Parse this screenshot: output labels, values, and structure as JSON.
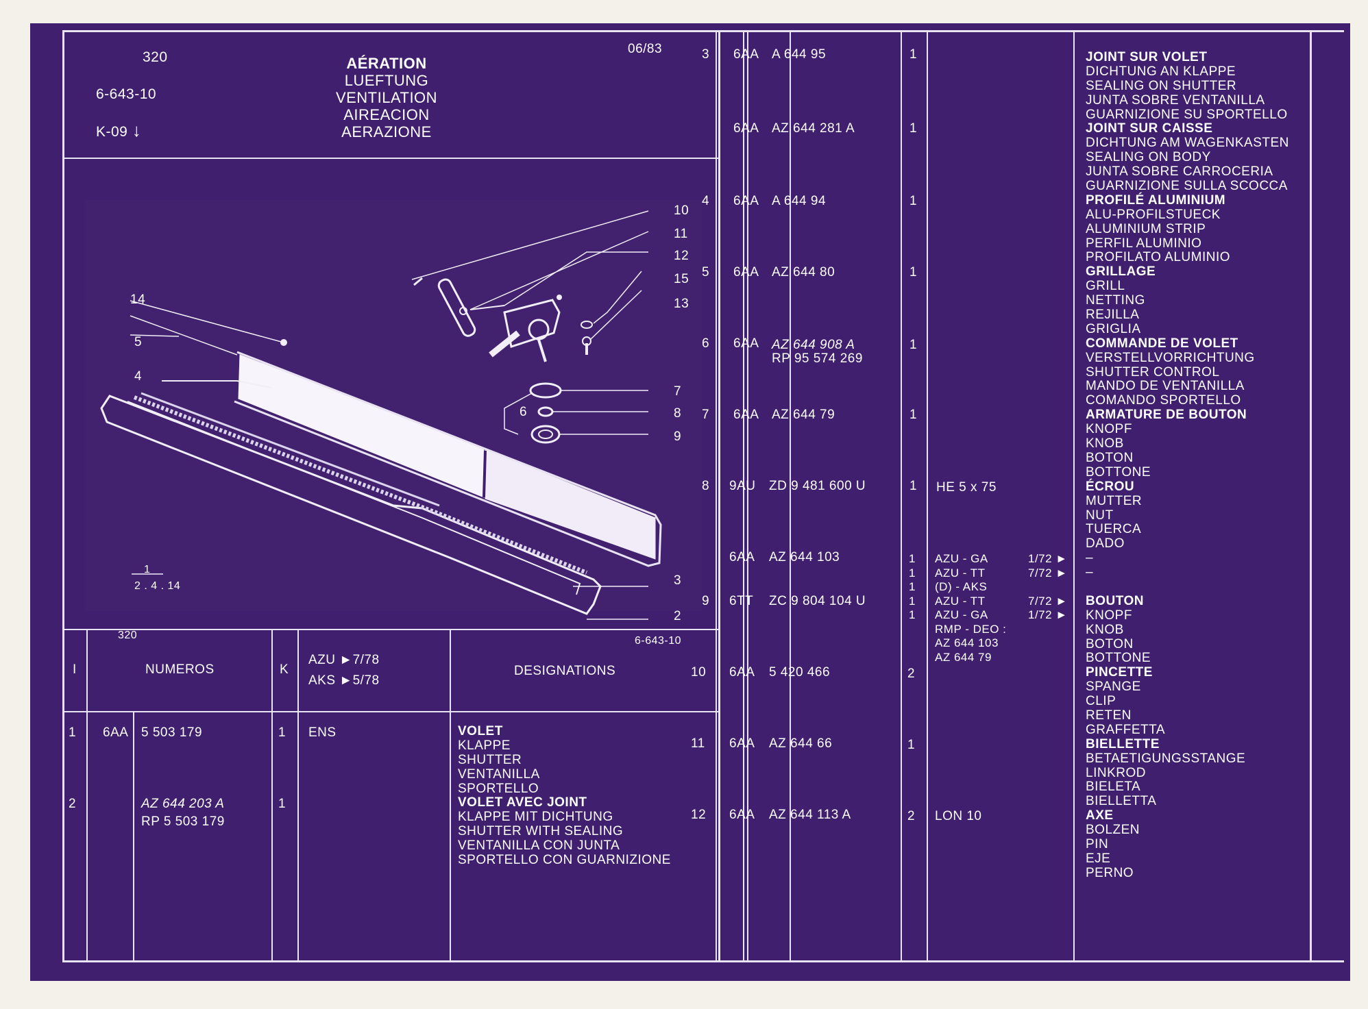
{
  "header": {
    "model": "320",
    "plate_ref": "6-643-10",
    "k_code": "K-09",
    "k_arrow": "↓",
    "date": "06/83",
    "titles": [
      "AÉRATION",
      "LUEFTUNG",
      "VENTILATION",
      "AIREACION",
      "AERAZIONE"
    ]
  },
  "diagram": {
    "callouts": [
      "1",
      "2",
      "3",
      "4",
      "5",
      "6",
      "7",
      "8",
      "9",
      "10",
      "11",
      "12",
      "13",
      "14",
      "15"
    ],
    "fraction_num": "1",
    "fraction_den": "2 . 4 . 14",
    "corner_left": "320",
    "corner_right": "6-643-10"
  },
  "columns": {
    "item": "I",
    "numeros": "NUMEROS",
    "k": "K",
    "applic_1": "AZU ►7/78",
    "applic_2": "AKS ►5/78",
    "designations": "DESIGNATIONS"
  },
  "left_rows": [
    {
      "item": "1",
      "code": "6AA",
      "ref": "5  503  179",
      "ref2": "",
      "qty": "1",
      "note": "ENS",
      "desc": [
        "VOLET",
        "KLAPPE",
        "SHUTTER",
        "VENTANILLA",
        "SPORTELLO"
      ]
    },
    {
      "item": "2",
      "code": "",
      "ref": "AZ  644  203  A",
      "ref2": "RP  5  503  179",
      "qty": "1",
      "note": "",
      "desc": [
        "VOLET AVEC JOINT",
        "KLAPPE MIT DICHTUNG",
        "SHUTTER WITH SEALING",
        "VENTANILLA CON JUNTA",
        "SPORTELLO CON GUARNIZIONE"
      ]
    }
  ],
  "right_rows": [
    {
      "item": "3",
      "code": "6AA",
      "ref": "A  644   95",
      "ref2": "",
      "qty": "1"
    },
    {
      "item": "",
      "code": "6AA",
      "ref": "AZ  644  281  A",
      "ref2": "",
      "qty": "1"
    },
    {
      "item": "4",
      "code": "6AA",
      "ref": "A  644   94",
      "ref2": "",
      "qty": "1"
    },
    {
      "item": "5",
      "code": "6AA",
      "ref": "AZ  644   80",
      "ref2": "",
      "qty": "1"
    },
    {
      "item": "6",
      "code": "6AA",
      "ref": "AZ  644  908  A",
      "ref2": "RP 95  574  269",
      "qty": "1"
    },
    {
      "item": "7",
      "code": "6AA",
      "ref": "AZ  644   79",
      "ref2": "",
      "qty": "1"
    },
    {
      "item": "8",
      "code": "9AU",
      "ref": "ZD  9  481  600  U",
      "ref2": "",
      "qty": "1",
      "note": "HE 5 x 75"
    },
    {
      "item": "",
      "code": "6AA",
      "ref": "AZ  644  103",
      "ref2": "",
      "qty": "1"
    },
    {
      "item": "9",
      "code": "6TT",
      "ref": "ZC  9  804  104  U",
      "ref2": "",
      "qty": "1"
    },
    {
      "item": "10",
      "code": "6AA",
      "ref": "5  420  466",
      "ref2": "",
      "qty": "2"
    },
    {
      "item": "11",
      "code": "6AA",
      "ref": "AZ  644   66",
      "ref2": "",
      "qty": "1"
    },
    {
      "item": "12",
      "code": "6AA",
      "ref": "AZ  644  113  A",
      "ref2": "",
      "qty": "2",
      "note": "LON 10"
    }
  ],
  "applic_block": {
    "qtys": [
      "1",
      "1",
      "1",
      "1",
      "1"
    ],
    "lines": [
      "AZU - GA",
      "AZU - TT",
      "(D) - AKS",
      "AZU - TT",
      "AZU - GA",
      "RMP - DEO :",
      "AZ  644 103",
      "AZ  644  79"
    ],
    "dates": [
      "1/72 ►",
      "7/72 ►",
      "",
      "7/72 ►",
      "1/72 ►"
    ]
  },
  "right_designations": [
    "JOINT SUR VOLET",
    "DICHTUNG AN KLAPPE",
    "SEALING ON SHUTTER",
    "JUNTA SOBRE VENTANILLA",
    "GUARNIZIONE SU SPORTELLO",
    "JOINT SUR CAISSE",
    "DICHTUNG AM WAGENKASTEN",
    "SEALING ON BODY",
    "JUNTA SOBRE CARROCERIA",
    "GUARNIZIONE SULLA SCOCCA",
    "PROFILÉ ALUMINIUM",
    "ALU-PROFILSTUECK",
    "ALUMINIUM STRIP",
    "PERFIL ALUMINIO",
    "PROFILATO ALUMINIO",
    "GRILLAGE",
    "GRILL",
    "NETTING",
    "REJILLA",
    "GRIGLIA",
    "COMMANDE DE VOLET",
    "VERSTELLVORRICHTUNG",
    "SHUTTER CONTROL",
    "MANDO DE VENTANILLA",
    "COMANDO SPORTELLO",
    "ARMATURE DE BOUTON",
    "KNOPF",
    "KNOB",
    "BOTON",
    "BOTTONE",
    "ÉCROU",
    "MUTTER",
    "NUT",
    "TUERCA",
    "DADO",
    "–",
    "–",
    "BOUTON",
    "KNOPF",
    "KNOB",
    "BOTON",
    "BOTTONE",
    "PINCETTE",
    "SPANGE",
    "CLIP",
    "RETEN",
    "GRAFFETTA",
    "BIELLETTE",
    "BETAETIGUNGSSTANGE",
    "LINKROD",
    "BIELETA",
    "BIELLETTA",
    "AXE",
    "BOLZEN",
    "PIN",
    "EJE",
    "PERNO"
  ],
  "colors": {
    "background": "#3f1f6e",
    "ink": "#ffffff",
    "paper": "#f4f1ea"
  }
}
